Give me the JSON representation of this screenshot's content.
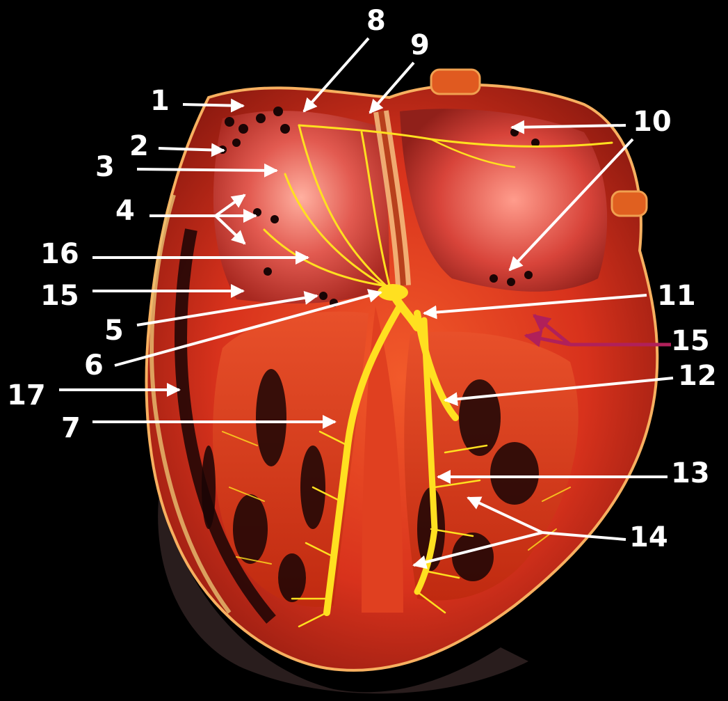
{
  "diagram": {
    "background_color": "#000000",
    "heart_color": "#d8321c",
    "conduction_color": "#ffe020",
    "label_color": "#ffffff",
    "magenta_arrow_color": "#b0205a",
    "labels": {
      "l1": "1",
      "l2": "2",
      "l3": "3",
      "l4": "4",
      "l5": "5",
      "l6": "6",
      "l7": "7",
      "l8": "8",
      "l9": "9",
      "l10": "10",
      "l11": "11",
      "l12": "12",
      "l13": "13",
      "l14": "14",
      "l15a": "15",
      "l15b": "15",
      "l16": "16",
      "l17": "17"
    }
  }
}
